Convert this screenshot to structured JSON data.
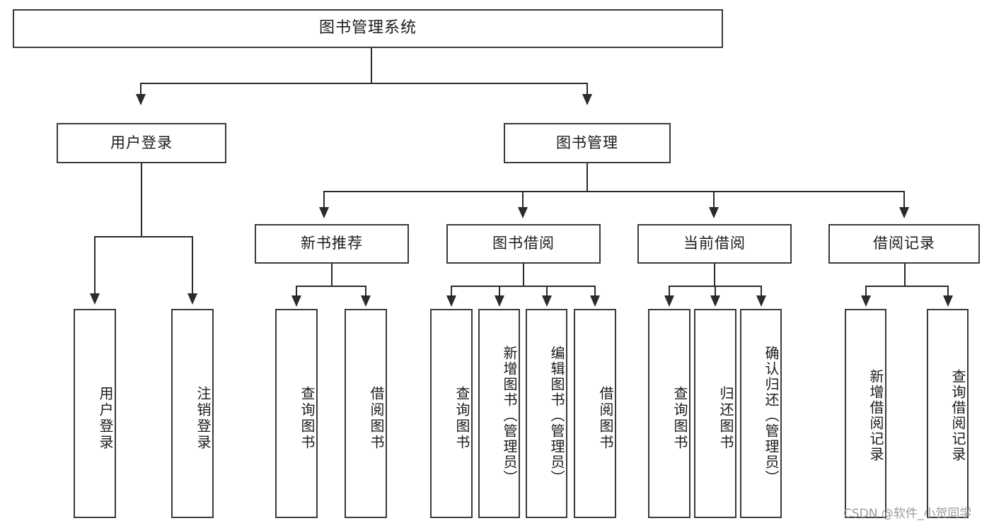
{
  "diagram": {
    "title": "图书管理系统",
    "type": "tree",
    "root": {
      "id": "root",
      "label": "图书管理系统"
    },
    "level2": [
      {
        "id": "user-login",
        "label": "用户登录"
      },
      {
        "id": "book-manage",
        "label": "图书管理"
      }
    ],
    "level3": [
      {
        "id": "new-book-recommend",
        "label": "新书推荐",
        "parent": "book-manage"
      },
      {
        "id": "book-borrow",
        "label": "图书借阅",
        "parent": "book-manage"
      },
      {
        "id": "current-borrow",
        "label": "当前借阅",
        "parent": "book-manage"
      },
      {
        "id": "borrow-record",
        "label": "借阅记录",
        "parent": "book-manage"
      }
    ],
    "leaves": {
      "user-login": [
        {
          "id": "leaf-user-login",
          "label": "用户登录"
        },
        {
          "id": "leaf-user-logout",
          "label": "注销登录"
        }
      ],
      "new-book-recommend": [
        {
          "id": "leaf-query-book-1",
          "label": "查询图书"
        },
        {
          "id": "leaf-borrow-book-1",
          "label": "借阅图书"
        }
      ],
      "book-borrow": [
        {
          "id": "leaf-query-book-2",
          "label": "查询图书"
        },
        {
          "id": "leaf-add-book",
          "label": "新增图书（管理员）"
        },
        {
          "id": "leaf-edit-book",
          "label": "编辑图书（管理员）"
        },
        {
          "id": "leaf-borrow-book-2",
          "label": "借阅图书"
        }
      ],
      "current-borrow": [
        {
          "id": "leaf-query-book-3",
          "label": "查询图书"
        },
        {
          "id": "leaf-return-book",
          "label": "归还图书"
        },
        {
          "id": "leaf-confirm-return",
          "label": "确认归还（管理员）"
        }
      ],
      "borrow-record": [
        {
          "id": "leaf-add-record",
          "label": "新增借阅记录"
        },
        {
          "id": "leaf-query-record",
          "label": "查询借阅记录"
        }
      ]
    }
  },
  "watermark": {
    "text": "CSDN @软件_小贺同学"
  },
  "colors": {
    "stroke": "#2b2b2b",
    "box_border": "#3a3a3a",
    "background": "#ffffff",
    "text": "#1b1b1b",
    "watermark": "#9a9a9a"
  }
}
